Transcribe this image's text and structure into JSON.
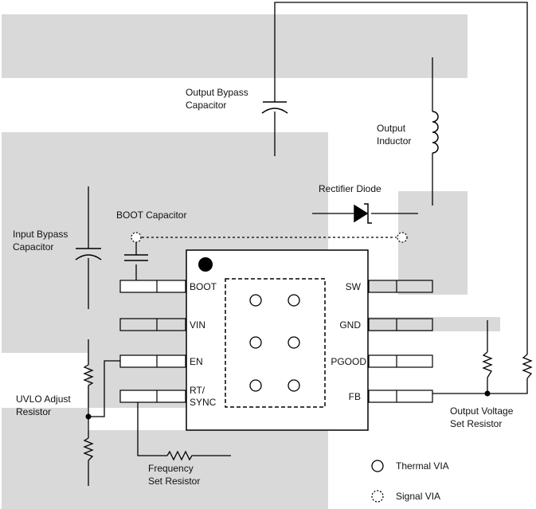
{
  "labels": {
    "output_bypass_capacitor": [
      "Output Bypass",
      "Capacitor"
    ],
    "output_inductor": [
      "Output",
      "Inductor"
    ],
    "rectifier_diode": "Rectifier Diode",
    "boot_capacitor": "BOOT Capacitor",
    "input_bypass_capacitor": [
      "Input Bypass",
      "Capacitor"
    ],
    "uvlo_adjust_resistor": [
      "UVLO Adjust",
      "Resistor"
    ],
    "frequency_set_resistor": [
      "Frequency",
      "Set Resistor"
    ],
    "output_voltage_set_resistor": [
      "Output Voltage",
      "Set Resistor"
    ]
  },
  "pins_left": [
    "BOOT",
    "VIN",
    "EN",
    "RT/\nSYNC"
  ],
  "pins_right": [
    "SW",
    "GND",
    "PGOOD",
    "FB"
  ],
  "legend": {
    "thermal_via": "Thermal VIA",
    "signal_via": "Signal VIA"
  },
  "colors": {
    "copper": "#d9d9d9",
    "line": "#000000"
  }
}
